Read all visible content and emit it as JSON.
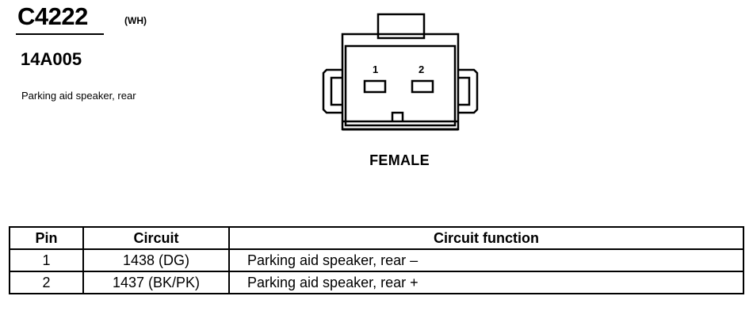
{
  "connector": {
    "id": "C4222",
    "color_code": "(WH)",
    "part_number": "14A005",
    "description": "Parking aid speaker, rear",
    "gender": "FEMALE",
    "pin_labels": [
      "1",
      "2"
    ]
  },
  "table": {
    "headers": {
      "pin": "Pin",
      "circuit": "Circuit",
      "function": "Circuit function"
    },
    "rows": [
      {
        "pin": "1",
        "circuit": "1438 (DG)",
        "function": "Parking aid speaker, rear –"
      },
      {
        "pin": "2",
        "circuit": "1437 (BK/PK)",
        "function": "Parking aid speaker, rear +"
      }
    ]
  }
}
